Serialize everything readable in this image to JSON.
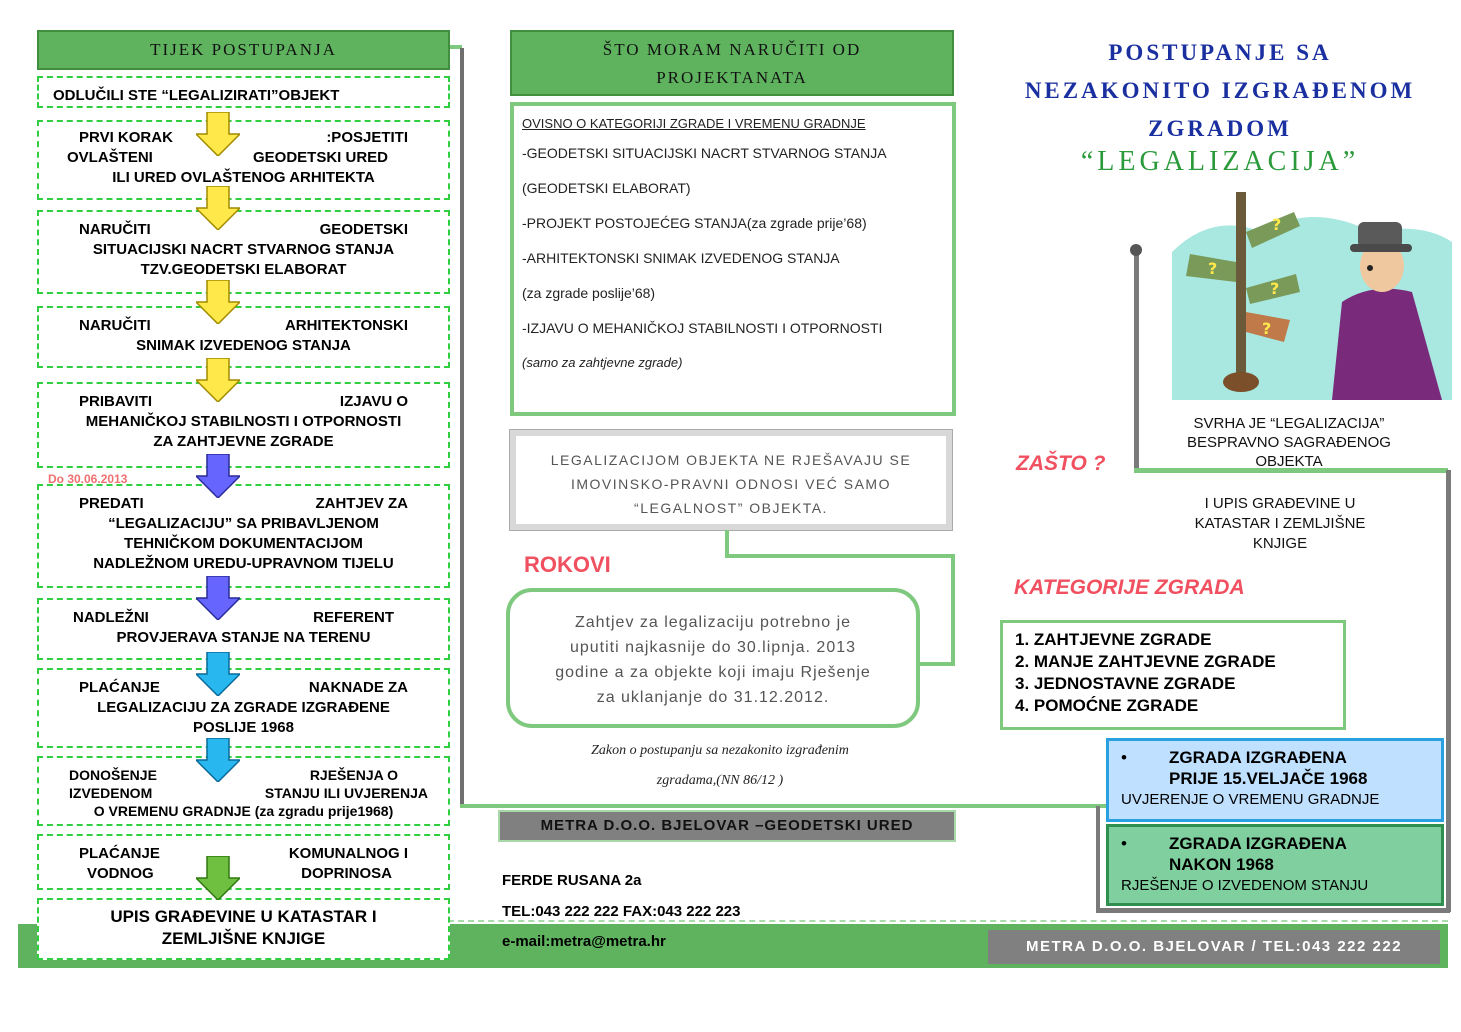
{
  "colors": {
    "green": "#5fb35f",
    "dash_green": "#2fcf3f",
    "title_blue": "#1a2fa0",
    "title_green": "#2a9a3a",
    "red_label": "#f05060",
    "yellow_arrow": "#ffe94a",
    "purple_arrow": "#6666ff",
    "cyan_arrow": "#29b7f0",
    "green_arrow": "#6fbf40",
    "footer_gray": "#808080"
  },
  "left": {
    "header": "TIJEK POSTUPANJA",
    "decided": "ODLUČILI STE “LEGALIZIRATI”OBJEKT",
    "step1": {
      "a": "PRVI KORAK",
      "b": ":POSJETITI",
      "c": "OVLAŠTENI",
      "d": "GEODETSKI URED",
      "e": "ILI URED OVLAŠTENOG ARHITEKTA"
    },
    "step2": {
      "a": "NARUČITI",
      "b": "GEODETSKI",
      "c": "SITUACIJSKI NACRT STVARNOG STANJA",
      "d": "TZV.GEODETSKI ELABORAT"
    },
    "step3": {
      "a": "NARUČITI",
      "b": "ARHITEKTONSKI",
      "c": "SNIMAK IZVEDENOG STANJA"
    },
    "step4": {
      "a": "PRIBAVITI",
      "b": "IZJAVU O",
      "c": "MEHANIČKOJ STABILNOSTI I OTPORNOSTI",
      "d": "ZA ZAHTJEVNE ZGRADE"
    },
    "deadline_note": "Do 30.06.2013",
    "step5": {
      "a": "PREDATI",
      "b": "ZAHTJEV ZA",
      "c": "“LEGALIZACIJU” SA PRIBAVLJENOM",
      "d": "TEHNIČKOM DOKUMENTACIJOM",
      "e": "NADLEŽNOM UREDU-UPRAVNOM TIJELU"
    },
    "step6": {
      "a": "NADLEŽNI",
      "b": "REFERENT",
      "c": "PROVJERAVA STANJE NA TERENU"
    },
    "step7": {
      "a": "PLAĆANJE",
      "b": "NAKNADE ZA",
      "c": "LEGALIZACIJU  ZA ZGRADE IZGRAĐENE",
      "d": "POSLIJE 1968"
    },
    "step8": {
      "a": "DONOŠENJE",
      "b": "RJEŠENJA O",
      "c": "IZVEDENOM",
      "d": "STANJU ILI UVJERENJA",
      "e": "O VREMENU GRADNJE (za zgradu prije1968)"
    },
    "step9": {
      "a": "PLAĆANJE",
      "b": "KOMUNALNOG I",
      "c": "VODNOG",
      "d": "DOPRINOSA"
    },
    "final": {
      "a": "UPIS GRAĐEVINE U KATASTAR I",
      "b": "ZEMLJIŠNE KNJIGE"
    }
  },
  "middle": {
    "header": {
      "a": "ŠTO   MORAM   NARUČITI OD",
      "b": "PROJEKTANATA"
    },
    "list_title": "OVISNO O KATEGORIJI ZGRADE I VREMENU GRADNJE",
    "items": [
      "-GEODETSKI SITUACIJSKI NACRT  STVARNOG STANJA",
      "(GEODETSKI ELABORAT)",
      "-PROJEKT POSTOJEĆEG STANJA(za zgrade  prije’68)",
      "-ARHITEKTONSKI SNIMAK IZVEDENOG STANJA",
      "(za zgrade poslije’68)",
      "-IZJAVU O MEHANIČKOJ STABILNOSTI I OTPORNOSTI",
      "(samo za zahtjevne zgrade)"
    ],
    "notice": {
      "a": "LEGALIZACIJOM OBJEKTA NE RJEŠAVAJU SE",
      "b": "IMOVINSKO-PRAVNI ODNOSI VEĆ SAMO",
      "c": "“LEGALNOST” OBJEKTA."
    },
    "rokovi_label": "ROKOVI",
    "rokovi": {
      "a": "Zahtjev za legalizaciju potrebno je",
      "b": "uputiti najkasnije do 30.lipnja. 2013",
      "c": "godine a za objekte koji imaju Rješenje",
      "d": "za uklanjanje do 31.12.2012."
    },
    "law": {
      "a": "Zakon o postupanju sa nezakonito izgrađenim",
      "b": "zgradama,(NN   86/12  )"
    },
    "company_bar": "METRA  D.O.O. BJELOVAR –GEODETSKI URED",
    "address": "FERDE RUSANA 2a",
    "phone": "TEL:043 222 222  FAX:043 222 223",
    "email": "e-mail:metra@metra.hr"
  },
  "right": {
    "title": {
      "a": "POSTUPANJE SA",
      "b": "NEZAKONITO IZGRAĐENOM",
      "c": "ZGRADOM",
      "d": "“LEGALIZACIJA”"
    },
    "purpose": {
      "a": "SVRHA JE “LEGALIZACIJA”",
      "b": "BESPRAVNO SAGRAĐENOG",
      "c": "OBJEKTA"
    },
    "zasto": "ZAŠTO ?",
    "upis": {
      "a": "I UPIS GRAĐEVINE U",
      "b": "KATASTAR I ZEMLJIŠNE",
      "c": "KNJIGE"
    },
    "kategorije_label": "KATEGORIJE ZGRADA",
    "categories": [
      "1. ZAHTJEVNE ZGRADE",
      "2. MANJE ZAHTJEVNE ZGRADE",
      "3. JEDNOSTAVNE ZGRADE",
      "4. POMOĆNE ZGRADE"
    ],
    "before": {
      "a": "ZGRADA IZGRAĐENA",
      "b": "PRIJE   15.VELJAČE 1968",
      "c": "UVJERENJE O VREMENU GRADNJE"
    },
    "after": {
      "a": "ZGRADA IZGRAĐENA",
      "b": "NAKON 1968",
      "c": "RJEŠENJE O IZVEDENOM STANJU"
    },
    "footer": "METRA  D.O.O. BJELOVAR / TEL:043  222 222"
  }
}
